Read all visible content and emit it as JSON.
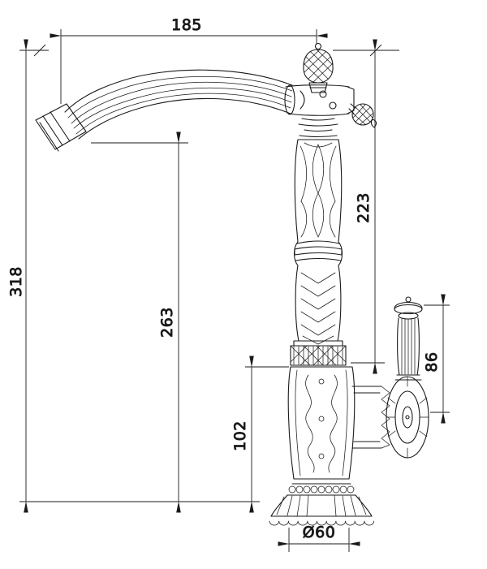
{
  "meta": {
    "background_color": "#ffffff",
    "line_color": "#1a1a1a"
  },
  "dimensions": {
    "spout_reach": "185",
    "total_height": "318",
    "spout_outlet_height": "263",
    "upper_section_height": "223",
    "lower_body_height": "102",
    "handle_height": "86",
    "base_diameter": "Ø60"
  }
}
